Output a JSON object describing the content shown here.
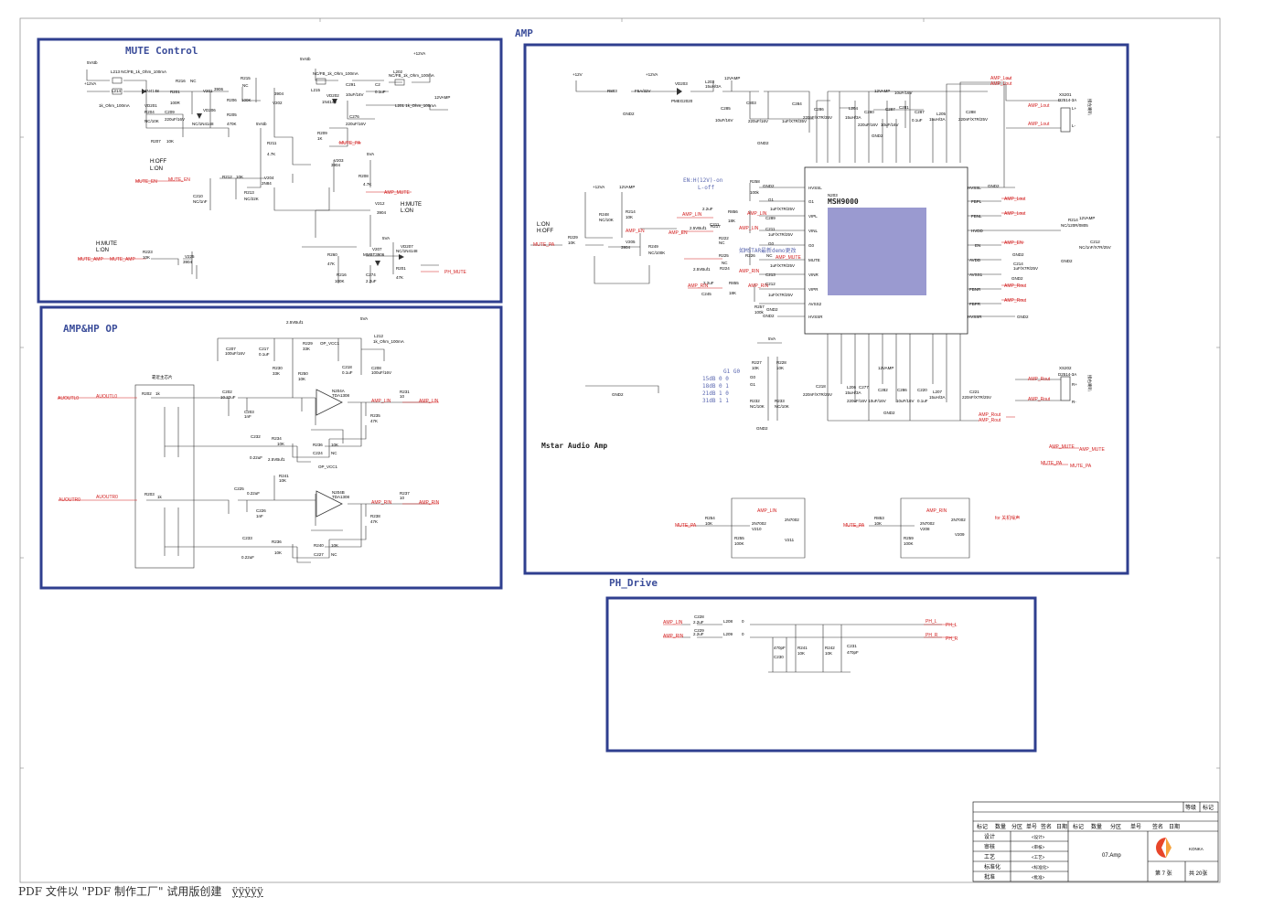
{
  "sections": {
    "mute": "MUTE Control",
    "amp": "AMP",
    "amphp": "AMP&HP OP",
    "ph": "PH_Drive",
    "mstar": "Mstar Audio Amp",
    "for_note": "for 关机噪声"
  },
  "chip": {
    "name": "MSH9000",
    "ref": "N203"
  },
  "amp_notes": {
    "en": "EN:H(12V)-on",
    "en2": "L-off",
    "lon": "L:ON",
    "hoff": "H:OFF",
    "gain_head": "G1  G0",
    "gains": [
      "15dB  0   0",
      "18dB  0   1",
      "21dB  1   0",
      "31dB  1   1"
    ],
    "demo": "如MSTAR最新demo更改"
  },
  "mute_notes": {
    "hoff": "H:OFF",
    "lon": "L:ON",
    "hmute": "H:MUTE",
    "lon2": "L:ON",
    "hmute2": "H:MUTE",
    "lon3": "L:ON"
  },
  "nets": {
    "mute_en": "MUTE_EN",
    "mute_amp": "MUTE_AMP",
    "mute_pa": "MUTE_PA",
    "ph_mute": "PH_MUTE",
    "amp_mute": "AMP_MUTE",
    "amp_en": "AMP_EN",
    "amp_lin": "AMP_LIN",
    "amp_rin": "AMP_RIN",
    "auoutl": "AUOUTL0",
    "auoutr": "AUOUTR0",
    "amp_lout": "AMP_Lout",
    "amp_rout": "AMP_Rout",
    "ph_l": "PH_L",
    "ph_r": "PH_R",
    "gnd2": "GND2",
    "v12": "+12V",
    "v12va": "+12VA",
    "v12vamp": "12VAMP",
    "v5va": "5VA"
  },
  "connectors": {
    "left": {
      "ref": "XS201",
      "part": "D2514-3A",
      "label": "接左喇叭"
    },
    "right": {
      "ref": "XS202",
      "part": "D2514-3A",
      "label": "接右喇叭"
    }
  },
  "title_block": {
    "rev_header": [
      "等级",
      "标记"
    ],
    "col_headers": [
      "标记",
      "数量",
      "分区",
      "单号",
      "签名",
      "日期",
      "标记",
      "数量",
      "分区",
      "单号",
      "签名",
      "日期"
    ],
    "rows": [
      {
        "k": "设计",
        "v": "<设计>"
      },
      {
        "k": "审核",
        "v": "<审核>"
      },
      {
        "k": "工艺",
        "v": "<工艺>"
      },
      {
        "k": "标准化",
        "v": "<标准化>"
      },
      {
        "k": "批准",
        "v": "<批准>"
      }
    ],
    "sheet_name": "07.Amp",
    "brand": "KONKA",
    "page": "第 7 张",
    "total": "共 20张"
  },
  "footer": {
    "text": "PDF 文件以 \"PDF 制作工厂\" 试用版创建",
    "link": "ÿÿÿÿÿ"
  },
  "colors": {
    "frame_blue": "#2f3f8f",
    "net_red": "#d21e1e",
    "chip_fill": "#9a9ad0",
    "title_blue": "#3b4d9a"
  }
}
